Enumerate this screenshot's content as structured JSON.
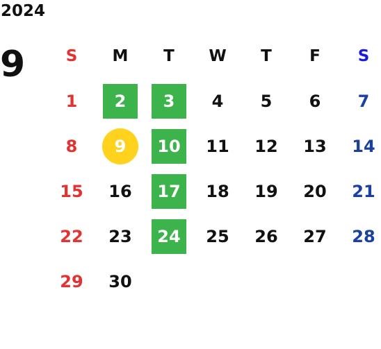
{
  "year": "2024",
  "month": "9",
  "weekdays": [
    "S",
    "M",
    "T",
    "W",
    "T",
    "F",
    "S"
  ],
  "weeks": [
    [
      {
        "d": "1"
      },
      {
        "d": "2",
        "mark": "highlight"
      },
      {
        "d": "3",
        "mark": "highlight"
      },
      {
        "d": "4"
      },
      {
        "d": "5"
      },
      {
        "d": "6"
      },
      {
        "d": "7"
      }
    ],
    [
      {
        "d": "8"
      },
      {
        "d": "9",
        "mark": "today"
      },
      {
        "d": "10",
        "mark": "highlight"
      },
      {
        "d": "11"
      },
      {
        "d": "12"
      },
      {
        "d": "13"
      },
      {
        "d": "14"
      }
    ],
    [
      {
        "d": "15"
      },
      {
        "d": "16"
      },
      {
        "d": "17",
        "mark": "highlight"
      },
      {
        "d": "18"
      },
      {
        "d": "19"
      },
      {
        "d": "20"
      },
      {
        "d": "21"
      }
    ],
    [
      {
        "d": "22"
      },
      {
        "d": "23"
      },
      {
        "d": "24",
        "mark": "highlight"
      },
      {
        "d": "25"
      },
      {
        "d": "26"
      },
      {
        "d": "27"
      },
      {
        "d": "28"
      }
    ],
    [
      {
        "d": "29"
      },
      {
        "d": "30"
      },
      {
        "d": ""
      },
      {
        "d": ""
      },
      {
        "d": ""
      },
      {
        "d": ""
      },
      {
        "d": ""
      }
    ]
  ],
  "colors": {
    "sunday": "#e23232",
    "saturday_header": "#1a1ae0",
    "saturday": "#1a40a0",
    "highlight": "#3cb44b",
    "today": "#ffd21e"
  }
}
